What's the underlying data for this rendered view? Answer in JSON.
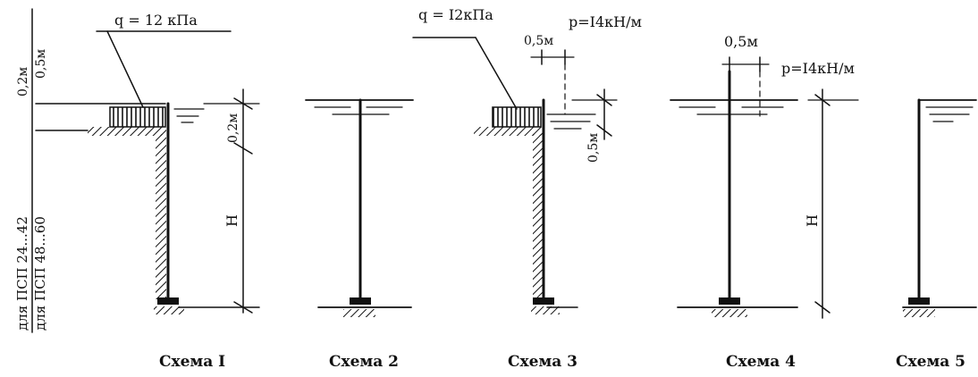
{
  "schemes": [
    {
      "caption": "Схема I",
      "load_q": "q = 12 кПа"
    },
    {
      "caption": "Схема 2"
    },
    {
      "caption": "Схема 3",
      "load_q": "q = I2кПа",
      "load_p": "p=I4кН/м"
    },
    {
      "caption": "Схема 4",
      "load_p": "p=I4кН/м"
    },
    {
      "caption": "Схема 5"
    }
  ],
  "dimensions": {
    "offset_02m": "0,2м",
    "offset_05m": "0,5м",
    "surcharge_depth": "0,2м",
    "height": "H",
    "p_offset": "0,5м",
    "p_depth": "0,5м",
    "scheme4_offset": "0,5м"
  },
  "side_notes": {
    "psp_24_42": "для ПСП 24...42",
    "psp_48_60": "для ПСП 48...60"
  }
}
